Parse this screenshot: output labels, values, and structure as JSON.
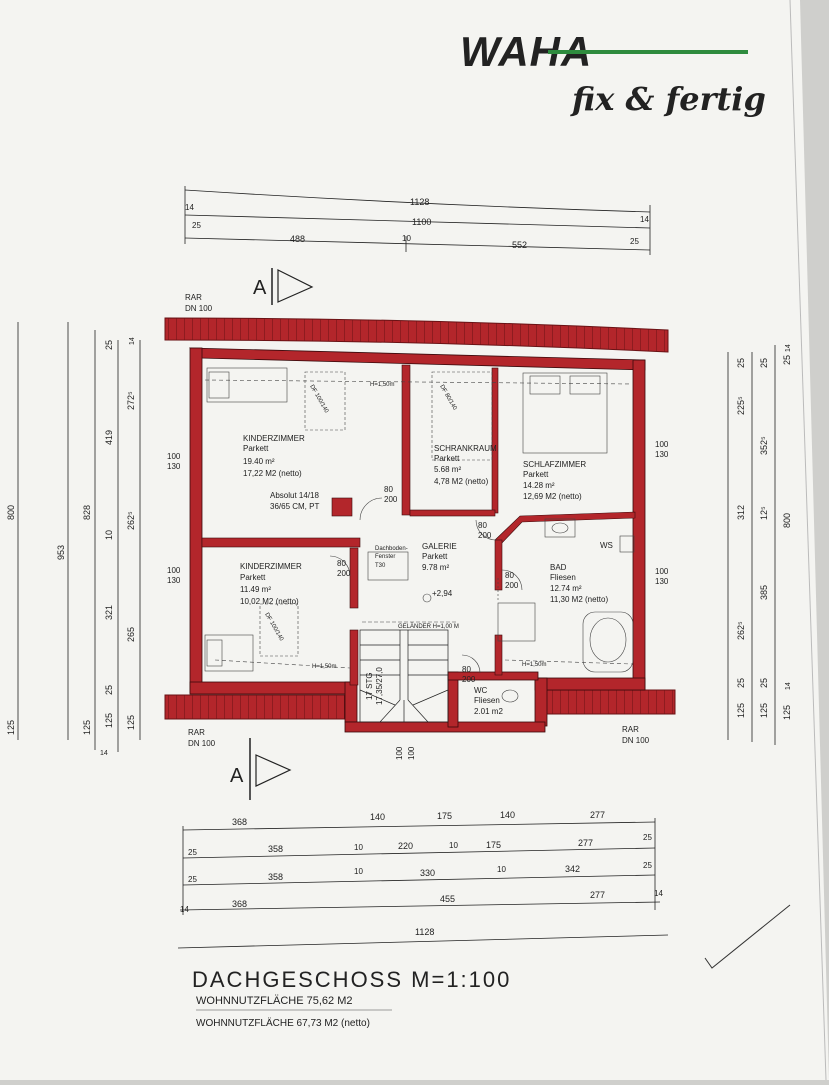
{
  "brand": {
    "logo_text": "WAHA",
    "tagline": "fix & fertig",
    "logo_color": "#2a2a2a",
    "tagline_color": "#2e8b3e"
  },
  "colors": {
    "wall": "#b3262b",
    "roof_tile": "#b3262b",
    "ink": "#222222",
    "paper": "#f4f4f1"
  },
  "section_markers": {
    "top_label": "A",
    "bottom_label": "A"
  },
  "roof_labels": {
    "top_left": {
      "line1": "RAR",
      "line2": "DN 100"
    },
    "bottom_left": {
      "line1": "RAR",
      "line2": "DN 100"
    },
    "bottom_right": {
      "line1": "RAR",
      "line2": "DN 100"
    }
  },
  "top_dimensions": {
    "row1": [
      "14",
      "1128",
      "14"
    ],
    "row2": [
      "25",
      "1100"
    ],
    "row3": [
      "488",
      "10",
      "552",
      "25"
    ]
  },
  "bottom_dimensions": {
    "row1": [
      "368",
      "140",
      "175",
      "140",
      "277"
    ],
    "row2": [
      "25",
      "358",
      "10",
      "220",
      "10",
      "175",
      "277",
      "25"
    ],
    "row3": [
      "25",
      "358",
      "10",
      "330",
      "10",
      "342",
      "25"
    ],
    "row4": [
      "14",
      "368",
      "455",
      "277",
      "14"
    ],
    "row5": [
      "1128"
    ]
  },
  "left_dimensions": {
    "outer": [
      "800",
      "125"
    ],
    "mid": [
      "953"
    ],
    "inner1": [
      "828",
      "125"
    ],
    "inner2": [
      "25",
      "419",
      "10",
      "321",
      "25",
      "125"
    ],
    "inner3": [
      "272⁵",
      "262⁵",
      "265",
      "125"
    ],
    "ticks": [
      "14",
      "14"
    ]
  },
  "right_dimensions": {
    "col1": [
      "25",
      "225⁵",
      "312",
      "262⁵",
      "125"
    ],
    "col2": [
      "352⁵",
      "12⁵",
      "385",
      "25",
      "125"
    ],
    "col3": [
      "25",
      "14",
      "800",
      "14",
      "125"
    ],
    "small": [
      "25",
      "25"
    ]
  },
  "window_tags": {
    "left_top": [
      "100",
      "130"
    ],
    "left_bottom": [
      "100",
      "130"
    ],
    "right_top": [
      "100",
      "130"
    ],
    "right_bottom": [
      "100",
      "130"
    ]
  },
  "door_tags": {
    "d1": [
      "80",
      "200"
    ],
    "d2": [
      "80",
      "200"
    ],
    "d3": [
      "80",
      "200"
    ],
    "d4": [
      "80",
      "200"
    ],
    "d5": [
      "80",
      "200"
    ],
    "stair_bottom": [
      "100",
      "100"
    ]
  },
  "rooms": {
    "kinder1": {
      "name": "KINDERZIMMER",
      "floor": "Parkett",
      "area": "19.40 m²",
      "net": "17,22 M2 (netto)"
    },
    "absolut": {
      "line1": "Absolut 14/18",
      "line2": "36/65 CM, PT"
    },
    "schrank": {
      "name": "SCHRANKRAUM",
      "floor": "Parkett",
      "area": "5.68 m²",
      "net": "4,78 M2 (netto)"
    },
    "schlaf": {
      "name": "SCHLAFZIMMER",
      "floor": "Parkett",
      "area": "14.28 m²",
      "net": "12,69 M2 (netto)"
    },
    "kinder2": {
      "name": "KINDERZIMMER",
      "floor": "Parkett",
      "area": "11.49 m²",
      "net": "10,02 M2 (netto)"
    },
    "galerie": {
      "name": "GALERIE",
      "floor": "Parkett",
      "area": "9.78 m²"
    },
    "dachboden": {
      "line1": "Dachboden-",
      "line2": "Fenster",
      "line3": "T30"
    },
    "bad": {
      "name": "BAD",
      "floor": "Fliesen",
      "area": "12.74 m²",
      "net": "11,30 M2 (netto)"
    },
    "wc": {
      "name": "WC",
      "floor": "Fliesen",
      "area": "2.01 m2"
    }
  },
  "annotations": {
    "h150_top": "H=1,50m",
    "h150_kinder2": "H=1,50m",
    "h150_bad": "H=1,50m",
    "level": "+2,94",
    "gelaender": "GELÄNDER H=1,00 M",
    "ws": "WS",
    "stair": "17 STG",
    "stair2": "17,35/27,0",
    "velux1": "DF 100/140",
    "velux2": "DF 80/140",
    "velux3": "DF 100/140",
    "door_galerie": "80 200"
  },
  "title": {
    "main": "DACHGESCHOSS M=1:100",
    "line2": "WOHNNUTZFLÄCHE 75,62 M2",
    "line3": "WOHNNUTZFLÄCHE 67,73 M2 (netto)"
  }
}
